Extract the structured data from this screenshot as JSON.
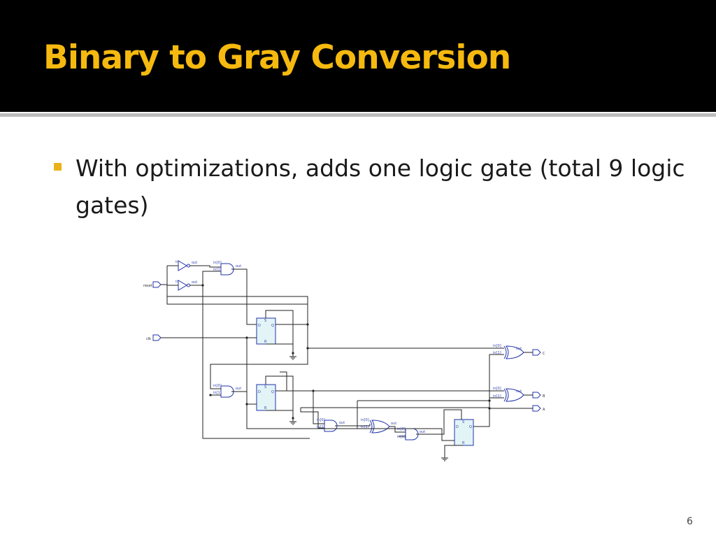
{
  "slide": {
    "title": "Binary to Gray Conversion",
    "bullet": "With optimizations, adds one logic gate (total 9 logic gates)",
    "page_number": "6",
    "colors": {
      "title_text": "#f5b90f",
      "title_bar": "#000000",
      "bullet_marker": "#e9b318",
      "gate_stroke": "#2233aa",
      "flipflop_fill": "#e2f4f6"
    }
  },
  "circuit": {
    "inputs": {
      "reset": "reset",
      "clk": "clk"
    },
    "outputs": {
      "c": "C",
      "b": "B",
      "a": "A"
    },
    "pins": {
      "in": "in",
      "out": "out",
      "in0": "in[0]",
      "in1": "in[1]",
      "d": "D",
      "q": "Q",
      "s": "S",
      "r": "R"
    }
  }
}
